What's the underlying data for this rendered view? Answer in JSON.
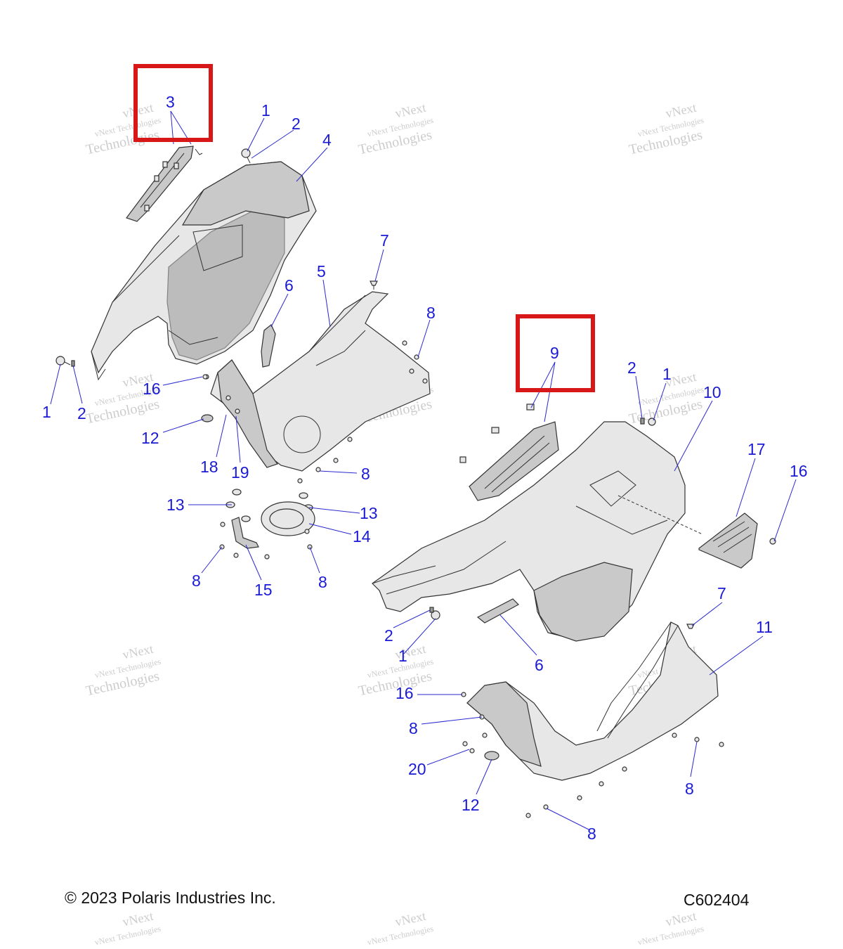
{
  "callouts": {
    "c1a": "1",
    "c2a": "2",
    "c3": "3",
    "c4": "4",
    "c7a": "7",
    "c6a": "6",
    "c5": "5",
    "c8a": "8",
    "c16a": "16",
    "c1b": "1",
    "c2b": "2",
    "c12a": "12",
    "c18": "18",
    "c19": "19",
    "c8b": "8",
    "c13a": "13",
    "c13b": "13",
    "c14": "14",
    "c8c": "8",
    "c15": "15",
    "c8d": "8",
    "c9": "9",
    "c2c": "2",
    "c1c": "1",
    "c10": "10",
    "c17": "17",
    "c16b": "16",
    "c7b": "7",
    "c11": "11",
    "c2d": "2",
    "c1d": "1",
    "c6b": "6",
    "c16c": "16",
    "c8e": "8",
    "c20": "20",
    "c12b": "12",
    "c8f": "8",
    "c8g": "8"
  },
  "watermark": {
    "line1": "vNext",
    "line2": "vNext Technologies",
    "line3": "Technologies"
  },
  "footer": {
    "copyright": "© 2023 Polaris Industries Inc.",
    "diagram_code": "C602404"
  },
  "colors": {
    "callout": "#1a1ad6",
    "highlight_box": "#d81818"
  }
}
